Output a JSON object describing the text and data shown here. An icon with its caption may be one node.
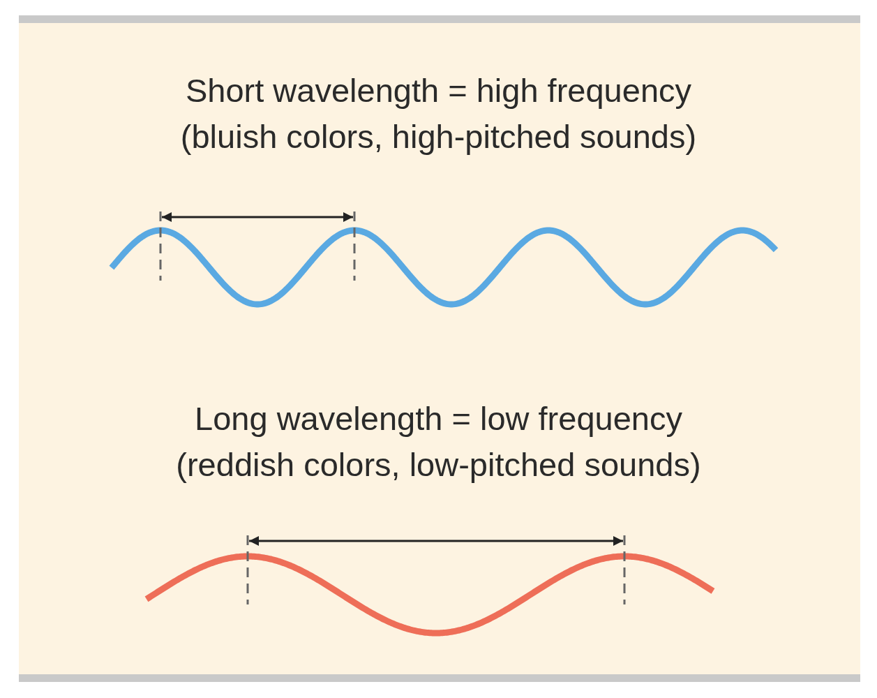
{
  "diagram": {
    "labels": [
      "Short wavelength = high frequency",
      "(bluish colors, high-pitched sounds)",
      "Long wavelength = low frequency",
      "(reddish colors, low-pitched sounds)"
    ]
  }
}
